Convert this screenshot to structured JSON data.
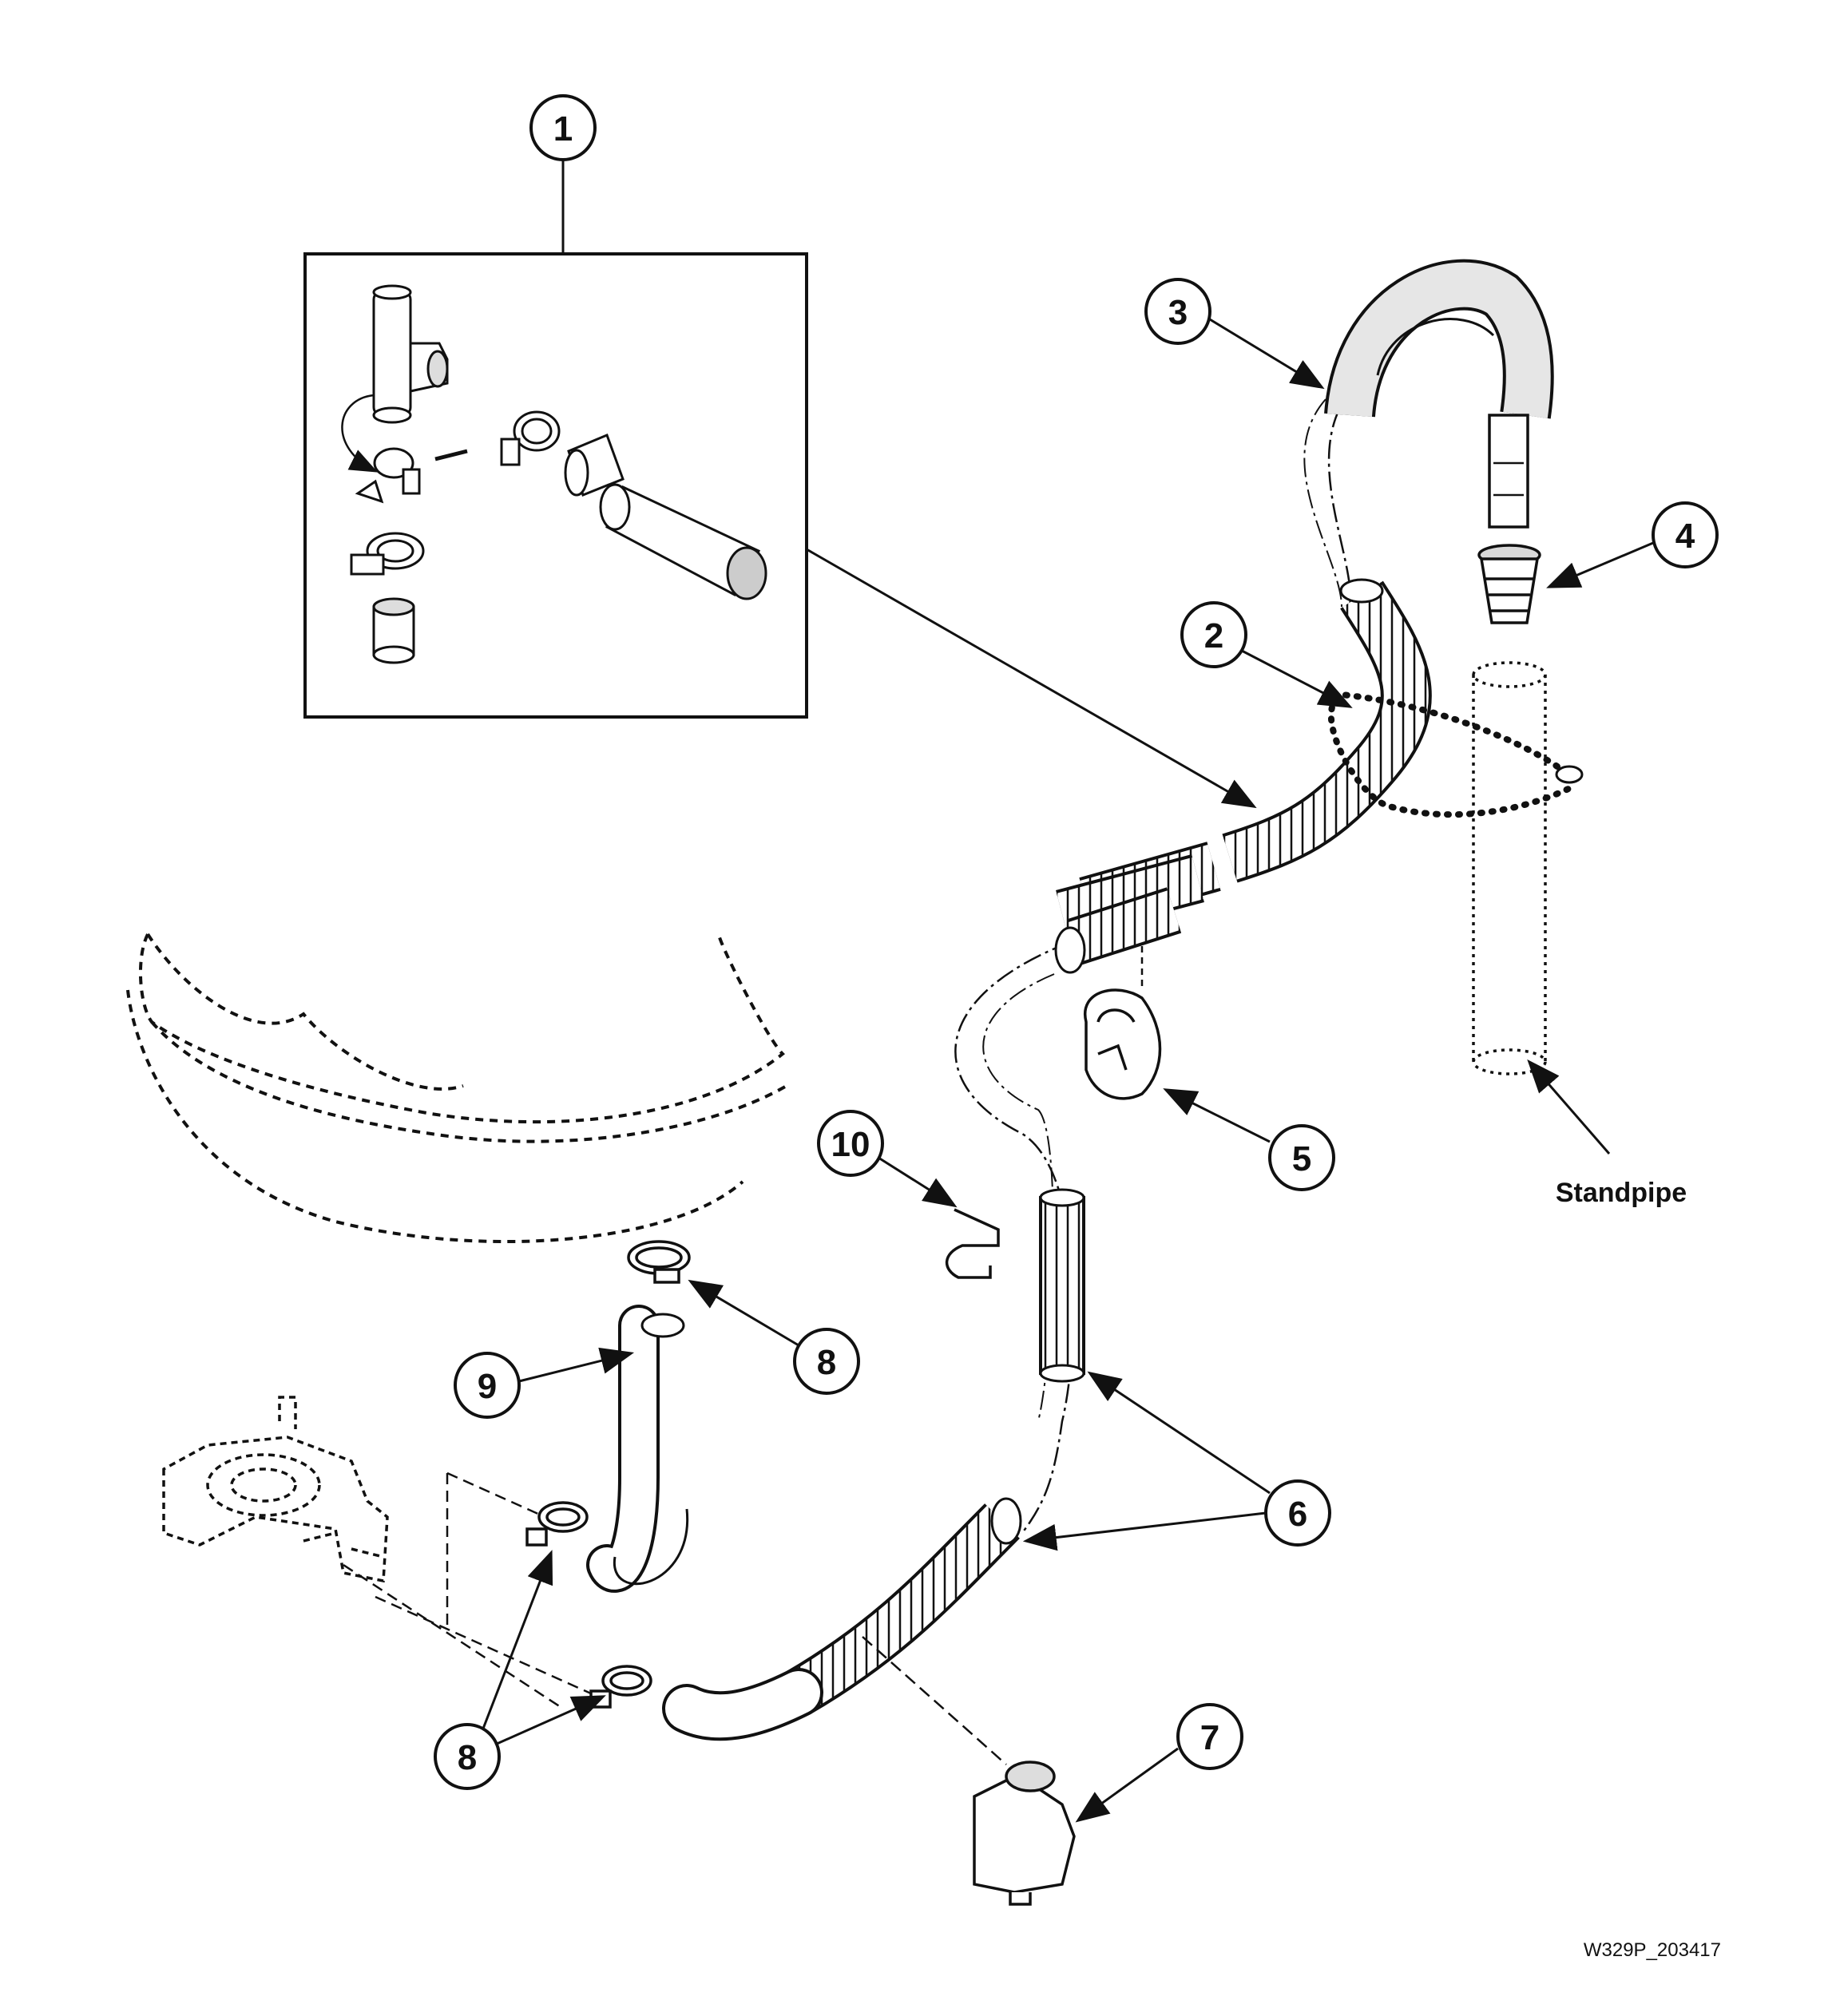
{
  "diagram": {
    "callouts": [
      "1",
      "2",
      "3",
      "4",
      "5",
      "6",
      "6",
      "7",
      "8",
      "8",
      "8",
      "9",
      "10"
    ],
    "standpipe_label": "Standpipe",
    "figure_code": "W329P_203417"
  },
  "colors": {
    "line": "#111111",
    "fill": "#ffffff",
    "shade": "#d9d9d9"
  },
  "icons": [
    "drain-hose-icon",
    "hose-clamp-icon",
    "tub-outline-icon",
    "pump-outline-icon",
    "standpipe-icon",
    "bead-chain-icon"
  ]
}
